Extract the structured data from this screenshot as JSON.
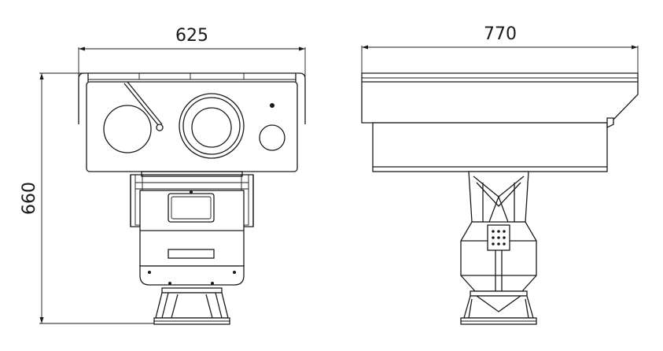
{
  "dimensions": {
    "front_width": "625",
    "side_width": "770",
    "height": "660"
  },
  "colors": {
    "line": "#1a1a1a",
    "background": "#ffffff"
  }
}
